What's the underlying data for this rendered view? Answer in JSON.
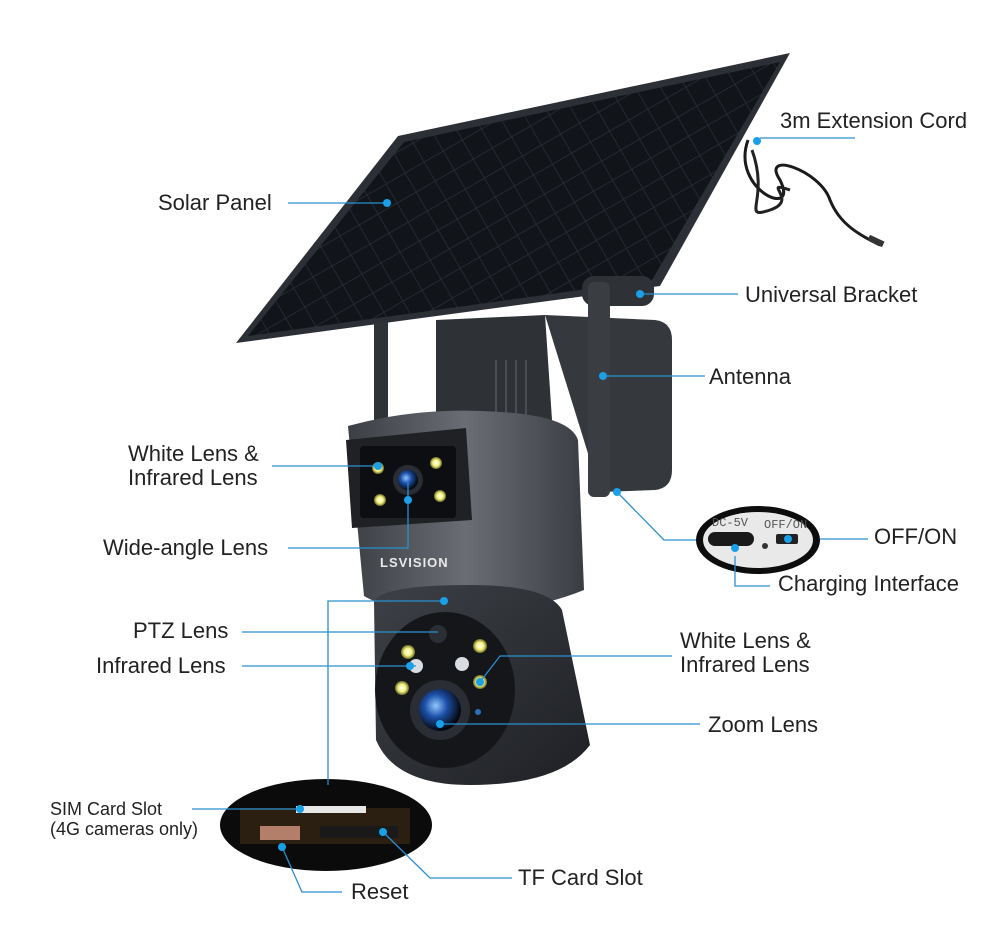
{
  "brand": "LSVISION",
  "port_labels": {
    "charging": "DC-5V",
    "switch": "OFF/ON"
  },
  "labels": {
    "solar_panel": "Solar Panel",
    "extension_cord": "3m Extension Cord",
    "universal_bracket": "Universal Bracket",
    "antenna": "Antenna",
    "white_infrared_top_1": "White Lens &",
    "white_infrared_top_2": "Infrared Lens",
    "wide_angle": "Wide-angle Lens",
    "off_on": "OFF/ON",
    "charging_interface": "Charging Interface",
    "ptz_lens": "PTZ Lens",
    "infrared_lens": "Infrared Lens",
    "white_infrared_right_1": "White Lens &",
    "white_infrared_right_2": "Infrared Lens",
    "zoom_lens": "Zoom Lens",
    "sim_slot_1": "SIM Card Slot",
    "sim_slot_2": "(4G cameras only)",
    "tf_slot": "TF Card Slot",
    "reset": "Reset"
  },
  "colors": {
    "leader_line": "#2a8fd0",
    "dot": "#1aa0e8",
    "body": "#4a4d52",
    "panel": "#0e1116"
  }
}
